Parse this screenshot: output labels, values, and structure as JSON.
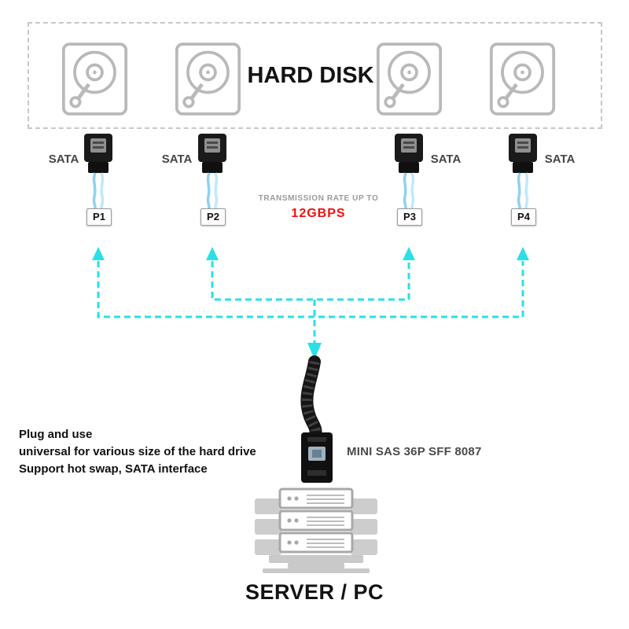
{
  "diagram": {
    "title": "HARD DISK",
    "transmission_note": "TRANSMISSION RATE UP TO",
    "transmission_rate": "12GBPS",
    "connector_label": "MINI SAS 36P SFF 8087",
    "server_label": "SERVER / PC"
  },
  "sata_ports": [
    {
      "label": "SATA",
      "port": "P1"
    },
    {
      "label": "SATA",
      "port": "P2"
    },
    {
      "label": "SATA",
      "port": "P3"
    },
    {
      "label": "SATA",
      "port": "P4"
    }
  ],
  "features": [
    "Plug and use",
    "universal for various size of the hard drive",
    "Support hot swap, SATA interface"
  ],
  "colors": {
    "accent_cyan": "#2ae0e8",
    "cable_blue": "#8fd2f0",
    "cable_blue_light": "#c2e8fa",
    "rate_red": "#f21010",
    "icon_gray": "#b9b9b9",
    "server_gray": "#a8a8a8"
  }
}
